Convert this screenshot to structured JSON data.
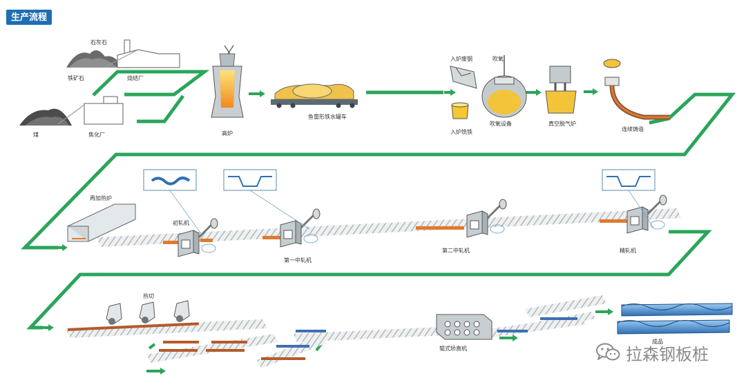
{
  "header": {
    "title": "生产流程"
  },
  "labels": {
    "limestone": "石灰石",
    "iron_ore": "铁矿石",
    "sinter_plant": "烧结厂",
    "coal": "煤",
    "coking_plant": "焦化厂",
    "blast_furnace": "高炉",
    "torpedo_car": "鱼雷形铁水罐车",
    "scrap_charge": "入炉废钢",
    "oxygen_blow": "吹氧",
    "hot_metal_charge": "入炉铣铁",
    "oxygen_equipment": "吹氧设备",
    "vacuum_degassing": "真空脱气炉",
    "continuous_casting": "连续铸造",
    "reheating_furnace": "再加热炉",
    "roughing_mill": "初轧机",
    "first_intermediate_mill": "第一中轧机",
    "second_intermediate_mill": "第二中轧机",
    "finishing_mill": "精轧机",
    "hot_cutting": "热切",
    "roller_straightener": "辊式矫直机",
    "finished_product": "成品"
  },
  "watermark": {
    "text": "拉森钢板桩"
  },
  "colors": {
    "flow_line": "#2aa55a",
    "badge": "#1f6db3",
    "steel_hot": "#e07a2e",
    "steel_cool": "#3d6fb3",
    "machine": "#9aa3a8"
  }
}
